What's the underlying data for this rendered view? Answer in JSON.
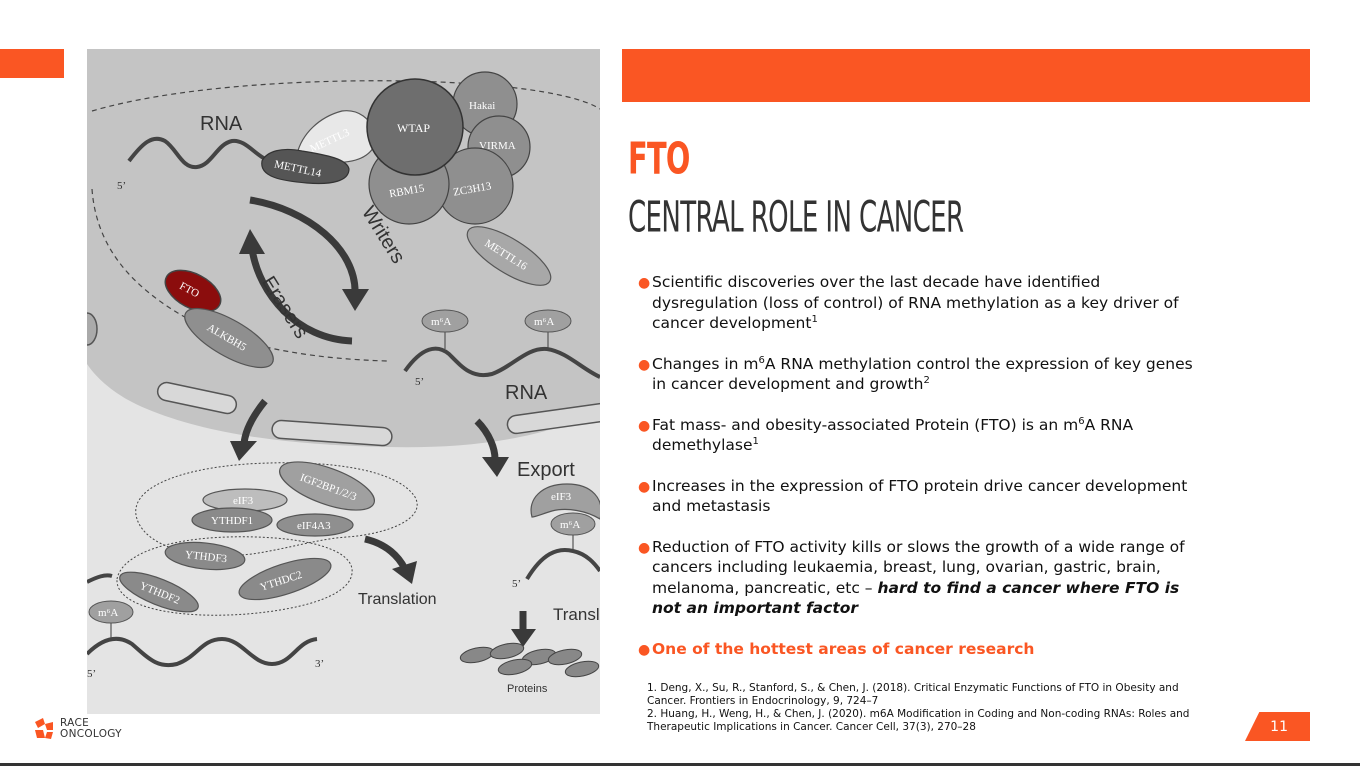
{
  "title": {
    "line1": "FTO",
    "line2": "CENTRAL ROLE IN CANCER"
  },
  "figure": {
    "rna_top": "RNA",
    "rna_right": "RNA",
    "five_prime_1": "5’",
    "three_prime_1": "3’",
    "five_prime_2": "5’",
    "five_prime_3": "5’",
    "five_prime_4": "5’",
    "three_prime_4": "3’",
    "mettl3": "METTL3",
    "mettl14": "METTL14",
    "wtap": "WTAP",
    "hakai": "Hakai",
    "virma": "VIRMA",
    "rbm15": "RBM15",
    "zc3h13": "ZC3H13",
    "mettl16": "METTL16",
    "writers": "Writers",
    "erasers": "Erasers",
    "fto": "FTO",
    "alkbh5": "ALKBH5",
    "m6a_1": "m⁶A",
    "m6a_2": "m⁶A",
    "m6a_3": "m⁶A",
    "m6a_4": "m⁶A",
    "export": "Export",
    "eif3_right": "eIF3",
    "igf2bp": "IGF2BP1/2/3",
    "eif3_left": "eIF3",
    "ythdf1": "YTHDF1",
    "eif4a3": "eIF4A3",
    "ythdf3": "YTHDF3",
    "ythdc2": "YTHDC2",
    "ythdf2": "YTHDF2",
    "translation": "Translation",
    "translation_cut": "Transl",
    "proteins": "Proteins"
  },
  "bullets": {
    "b1_text": "Scientific discoveries over the last decade have identified dysregulation (loss of control) of RNA methylation as a key driver of cancer development",
    "b1_sup": "1",
    "b2_pre": "Changes in m",
    "b2_sup_a": "6",
    "b2_mid": "A RNA methylation control the expression of key genes in cancer development and growth",
    "b2_sup_b": "2",
    "b3_pre": " Fat mass- and obesity-associated Protein (FTO) is an m",
    "b3_sup_a": "6",
    "b3_mid": "A RNA demethylase",
    "b3_sup_b": "1",
    "b4_text": "Increases in the expression of FTO protein drive cancer development and metastasis",
    "b5_text": "Reduction of FTO activity kills or slows the growth of a wide range of cancers including leukaemia, breast, lung, ovarian, gastric, brain, melanoma, pancreatic, etc – ",
    "b5_em": "hard to find a cancer where FTO is not an important factor",
    "b6_text": "One of the hottest areas of cancer research",
    "bullet_glyph": "●"
  },
  "references": {
    "ref1": "1. Deng, X., Su, R., Stanford, S., & Chen, J. (2018). Critical Enzymatic Functions of FTO in Obesity and Cancer. Frontiers in Endocrinology, 9, 724–7",
    "ref2": "2. Huang, H., Weng, H., & Chen, J. (2020). m6A Modification in Coding and Non-coding RNAs: Roles and Therapeutic Implications in Cancer. Cancer Cell, 37(3), 270–28"
  },
  "logo": {
    "line1": "RACE",
    "line2": "ONCOLOGY",
    "icon": "race-oncology-logo-icon"
  },
  "page_number": "11",
  "colors": {
    "accent": "#fa5623",
    "title_dark": "#333333",
    "fto_red": "#8b0d0d"
  }
}
